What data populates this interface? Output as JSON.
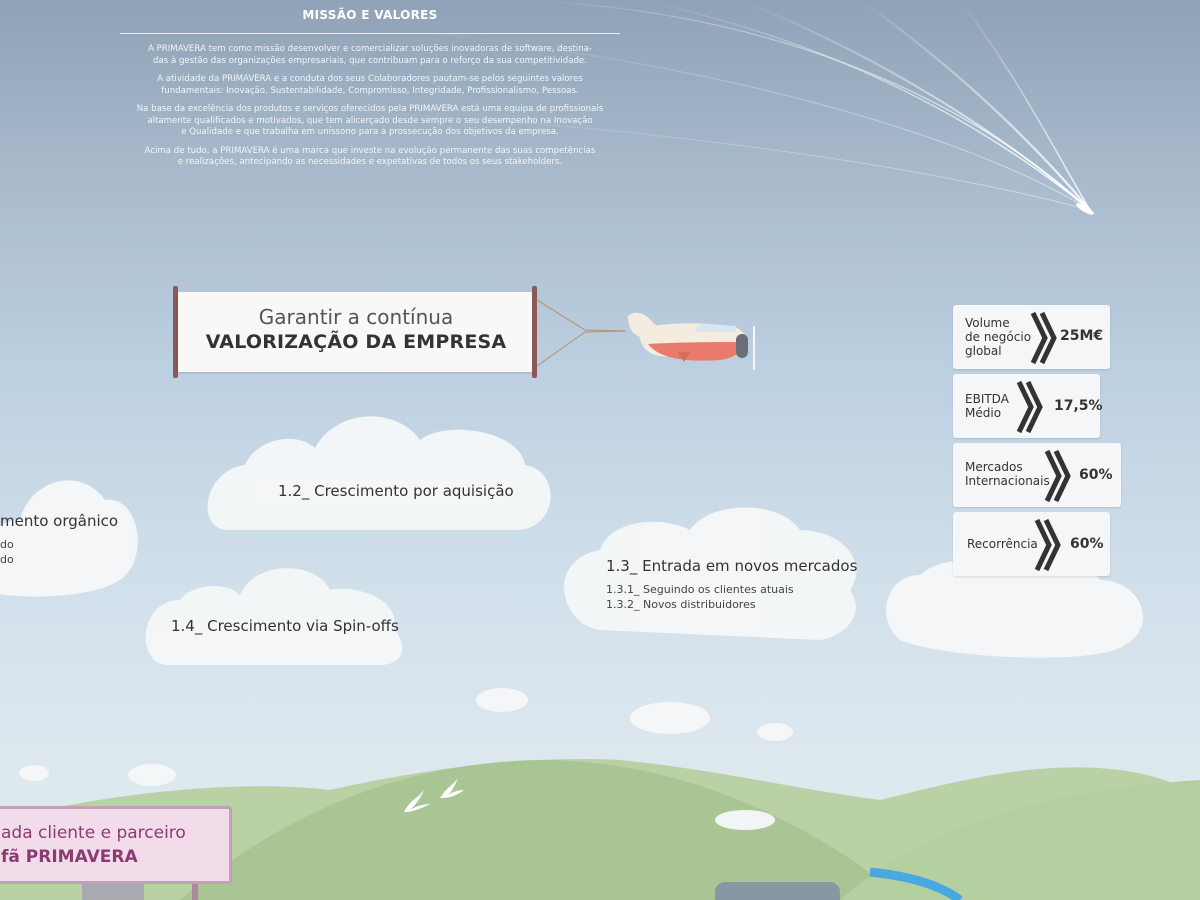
{
  "mission": {
    "title": "MISSÃO E VALORES",
    "p1a": "A PRIMAVERA tem como missão desenvolver e comercializar soluções inovadoras de software, destina-",
    "p1b": "das à gestão das organizações empresariais, que contribuam para o reforço da sua competitividade.",
    "p2a": "A atividade da PRIMAVERA e a conduta dos seus Colaboradores pautam-se pelos seguintes valores",
    "p2b": "fundamentais: Inovação, Sustentabilidade, Compromisso, Integridade, Profissionalismo, Pessoas.",
    "p3a": "Na base da excelência dos produtos e serviços oferecidos pela PRIMAVERA está uma equipa de profissionais",
    "p3b": "altamente qualificados e motivados, que tem alicerçado desde sempre o seu desempenho na Inovação",
    "p3c": "e Qualidade e que trabalha em uníssono para a prossecução dos objetivos da empresa.",
    "p4a": "Acima de tudo, a PRIMAVERA é uma marca que investe na evolução permanente das suas competências",
    "p4b": "e realizações, antecipando as necessidades e expetativas de todos os seus stakeholders."
  },
  "banner": {
    "line1": "Garantir a contínua",
    "line2": "VALORIZAÇÃO DA EMPRESA"
  },
  "clouds": {
    "organic_title": "mento orgânico",
    "organic_sub1": "do",
    "organic_sub2": "do",
    "acquisition": "1.2_ Crescimento por aquisição",
    "spinoffs": "1.4_ Crescimento via Spin-offs",
    "markets_title": "1.3_ Entrada em novos mercados",
    "markets_sub1": "1.3.1_ Seguindo os clientes atuais",
    "markets_sub2": "1.3.2_ Novos distribuidores"
  },
  "stats": [
    {
      "label1": "Volume",
      "label2": "de negócio",
      "label3": "global",
      "value": "25M€"
    },
    {
      "label1": "EBITDA",
      "label2": "Médio",
      "label3": "",
      "value": "17,5%"
    },
    {
      "label1": "Mercados",
      "label2": "Internacionais",
      "label3": "",
      "value": "60%"
    },
    {
      "label1": "Recorrência",
      "label2": "",
      "label3": "",
      "value": "60%"
    }
  ],
  "sign": {
    "line1": "ada cliente e parceiro",
    "line2": "fã PRIMAVERA"
  },
  "colors": {
    "sky_top": "#8fa2b7",
    "sky_bottom": "#e2ebf1",
    "hill": "#b9d1a5",
    "banner_pole": "#8a5a56",
    "plane_body": "#f5ece0",
    "plane_accent": "#e97b6c",
    "sign_bg": "#f3dcea",
    "sign_text": "#8a3c72",
    "river": "#4aa8e0"
  }
}
